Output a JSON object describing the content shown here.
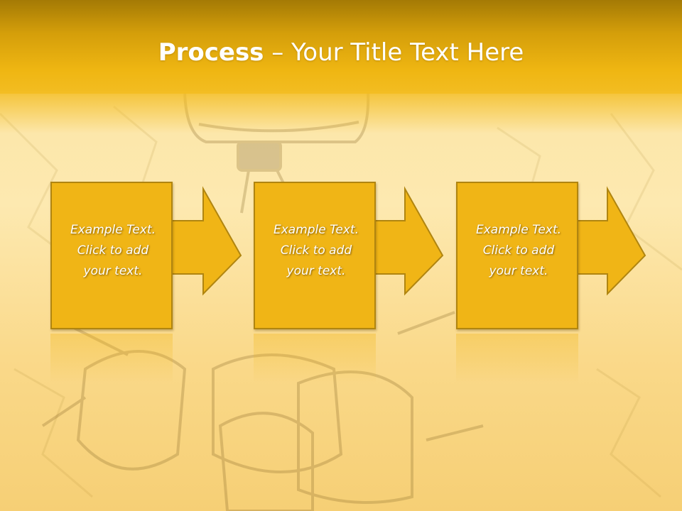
{
  "slide": {
    "title_strong": "Process",
    "title_rest": " – Your Title Text Here"
  },
  "steps": [
    {
      "line1": "Example Text.",
      "line2": "Click  to add",
      "line3": "your text."
    },
    {
      "line1": "Example Text.",
      "line2": "Click  to add",
      "line3": "your text."
    },
    {
      "line1": "Example Text.",
      "line2": "Click  to add",
      "line3": "your text."
    }
  ],
  "colors": {
    "header": "#efb612",
    "box_fill": "#f0b516",
    "box_border": "#b08510",
    "text": "#ffffff"
  }
}
